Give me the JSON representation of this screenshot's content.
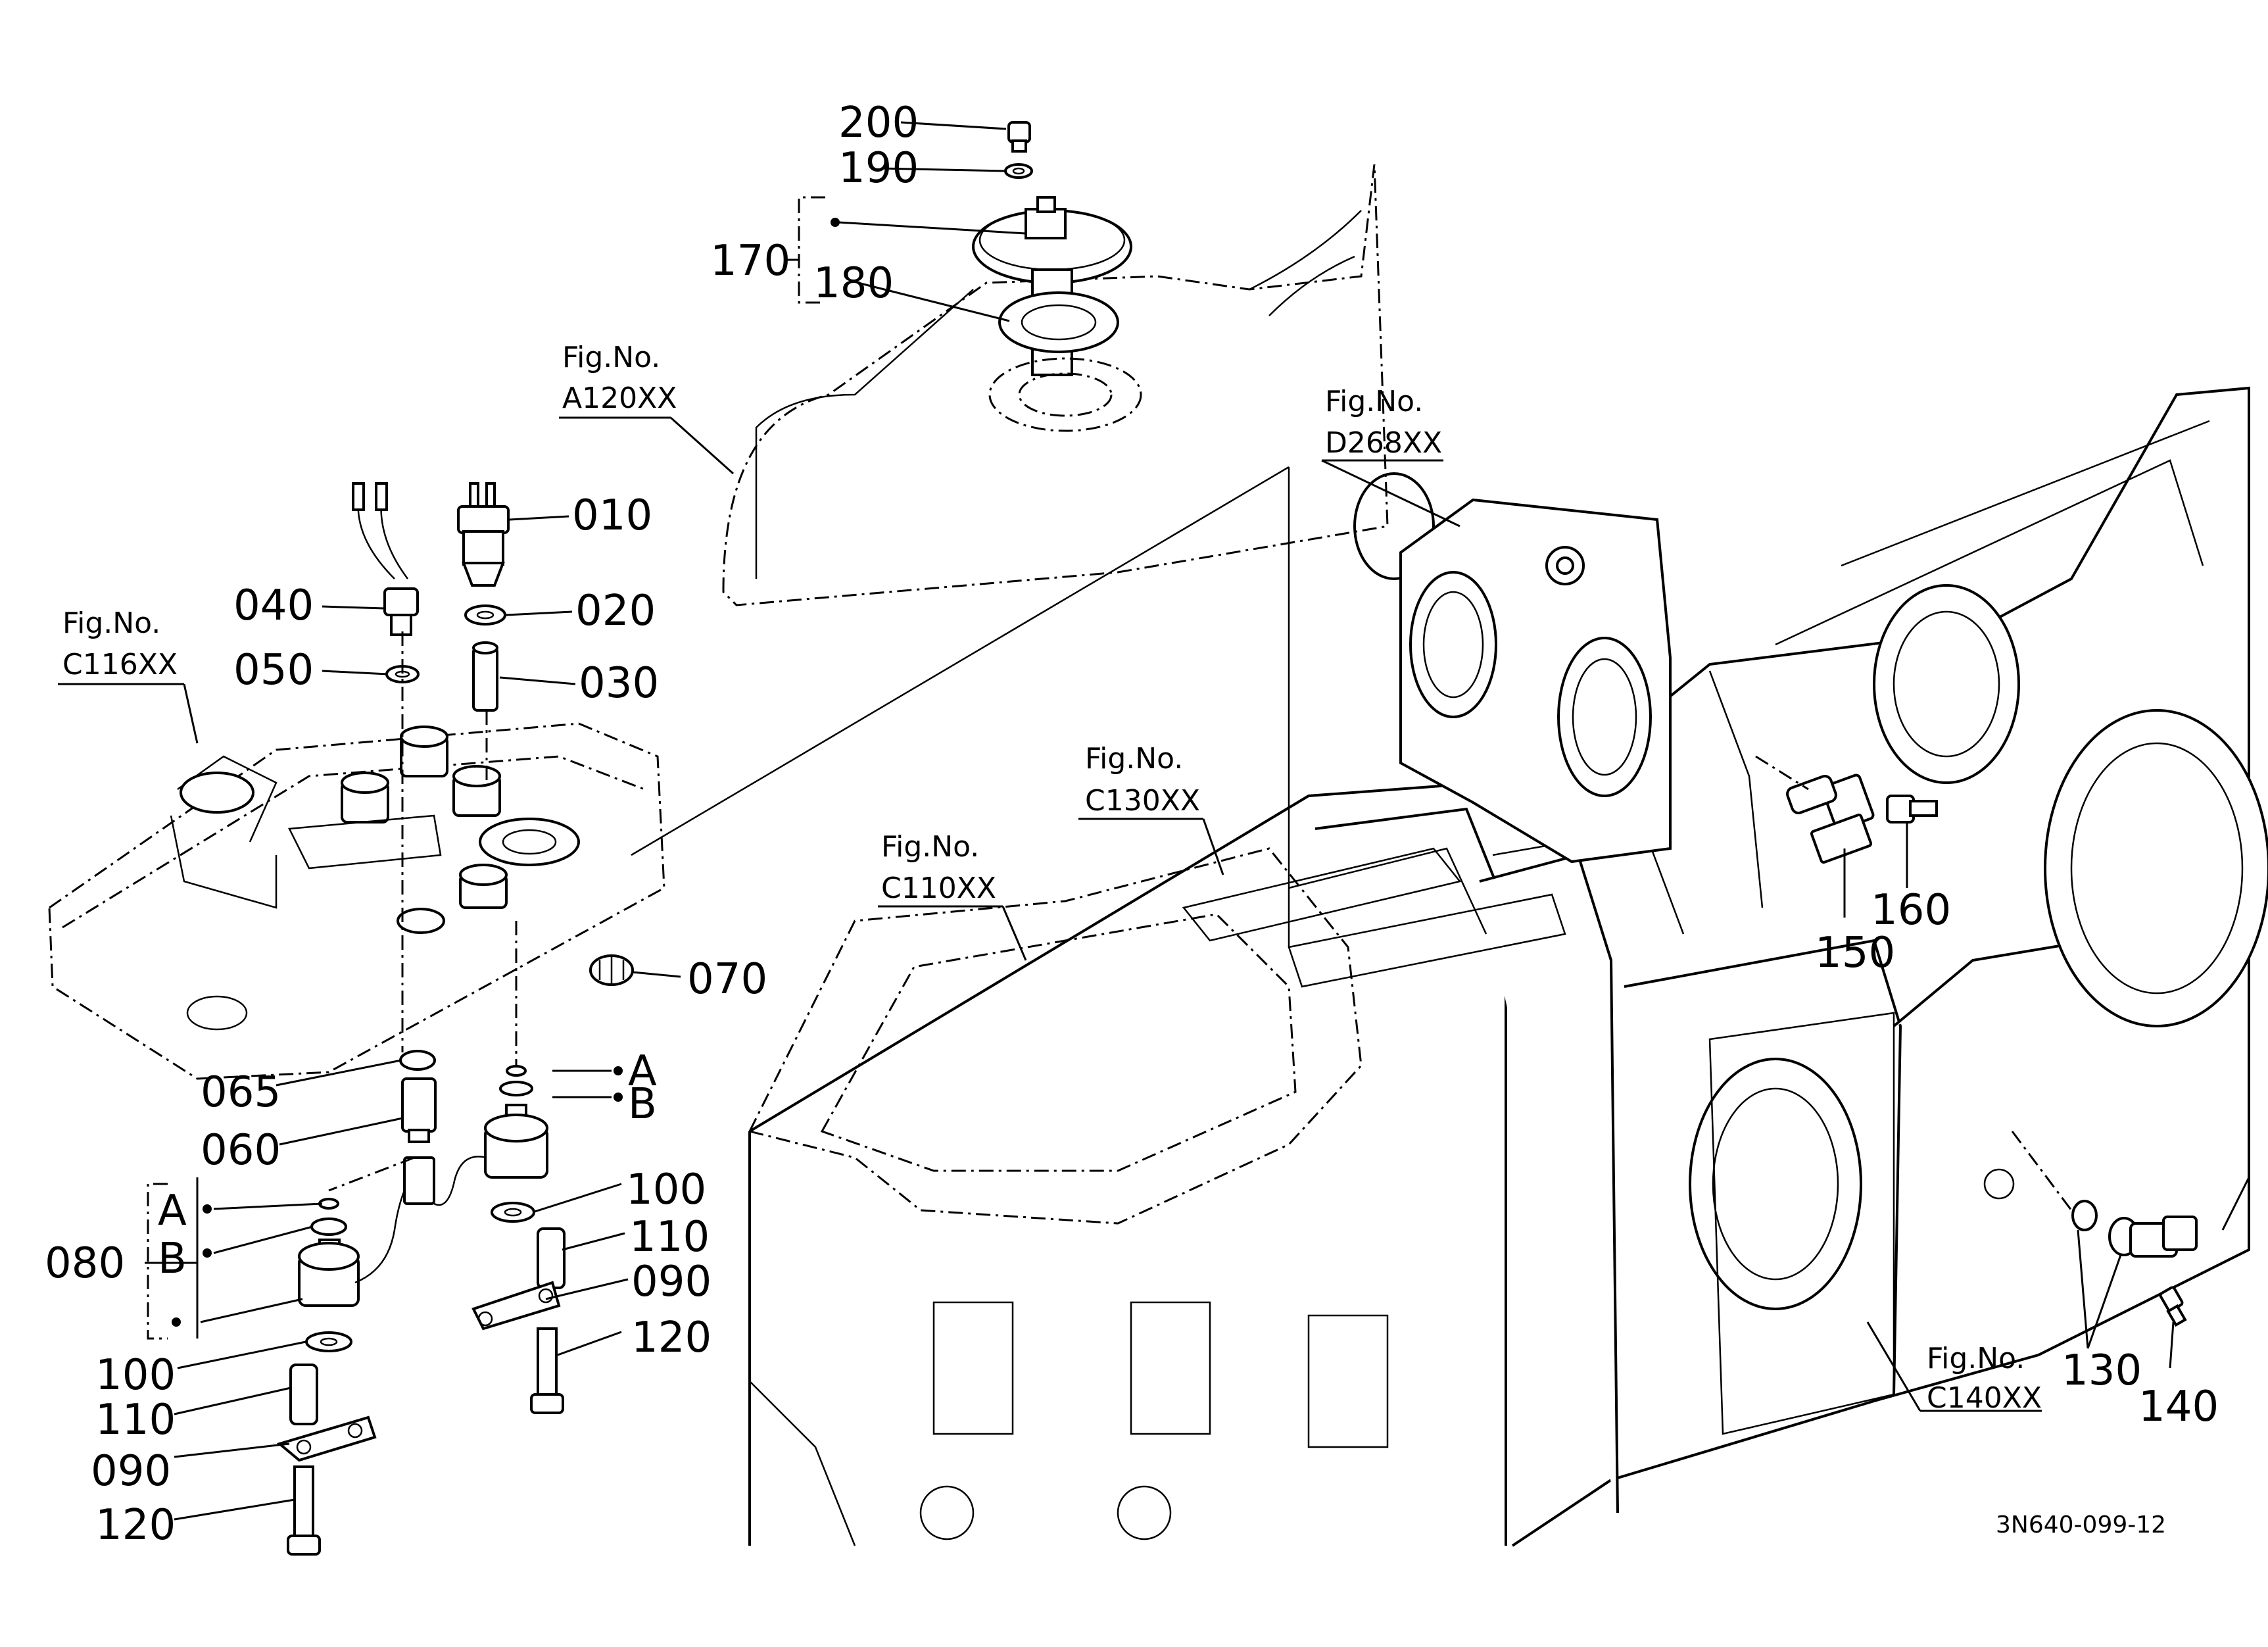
{
  "diagram": {
    "doc_code": "3N640-099-12",
    "fig_refs": {
      "a120": {
        "line1": "Fig.No.",
        "line2": "A120XX"
      },
      "c116": {
        "line1": "Fig.No.",
        "line2": "C116XX"
      },
      "d268": {
        "line1": "Fig.No.",
        "line2": "D268XX"
      },
      "c130": {
        "line1": "Fig.No.",
        "line2": "C130XX"
      },
      "c110": {
        "line1": "Fig.No.",
        "line2": "C110XX"
      },
      "c140": {
        "line1": "Fig.No.",
        "line2": "C140XX"
      }
    },
    "part_labels": {
      "p200": "200",
      "p190": "190",
      "p170": "170",
      "p180": "180",
      "p010": "010",
      "p040": "040",
      "p020": "020",
      "p050": "050",
      "p030": "030",
      "p070": "070",
      "p065": "065",
      "p060": "060",
      "p080": "080",
      "p100a": "100",
      "p110a": "110",
      "p090a": "090",
      "p120a": "120",
      "p100b": "100",
      "p110b": "110",
      "p090b": "090",
      "p120b": "120",
      "p150": "150",
      "p160": "160",
      "p130": "130",
      "p140": "140"
    },
    "callouts": {
      "a_right": "A",
      "b_right": "B",
      "a_left": "A",
      "b_left": "B"
    }
  }
}
